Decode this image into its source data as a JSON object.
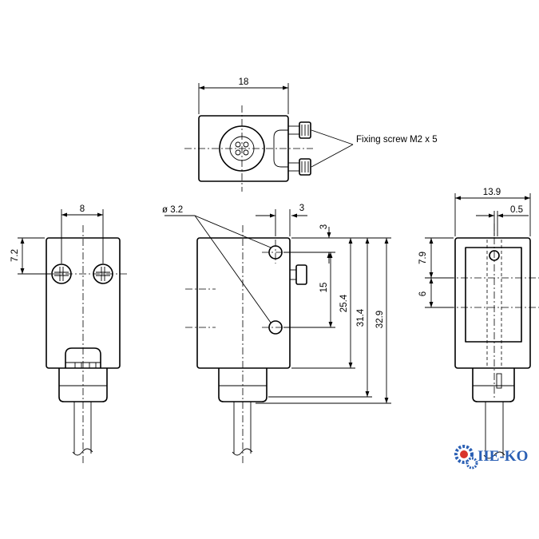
{
  "dimensions": {
    "top_width": "18",
    "front_width": "8",
    "front_height_offset": "7.2",
    "hole_diameter": "ø 3.2",
    "screw_offset": "3",
    "top_hole_offset": "3",
    "hole_spacing": "15",
    "body_height": "25.4",
    "body_plus_collar": "31.4",
    "overall_height": "32.9",
    "side_width": "13.9",
    "side_offset": "0.5",
    "lens_top": "7.9",
    "lens_mid": "6"
  },
  "callout": {
    "fixing_screw": "Fixing screw M2 x 5"
  },
  "logo": {
    "text": "IIE-KO",
    "color": "#2a5fb4",
    "accent": "#d9342b"
  }
}
